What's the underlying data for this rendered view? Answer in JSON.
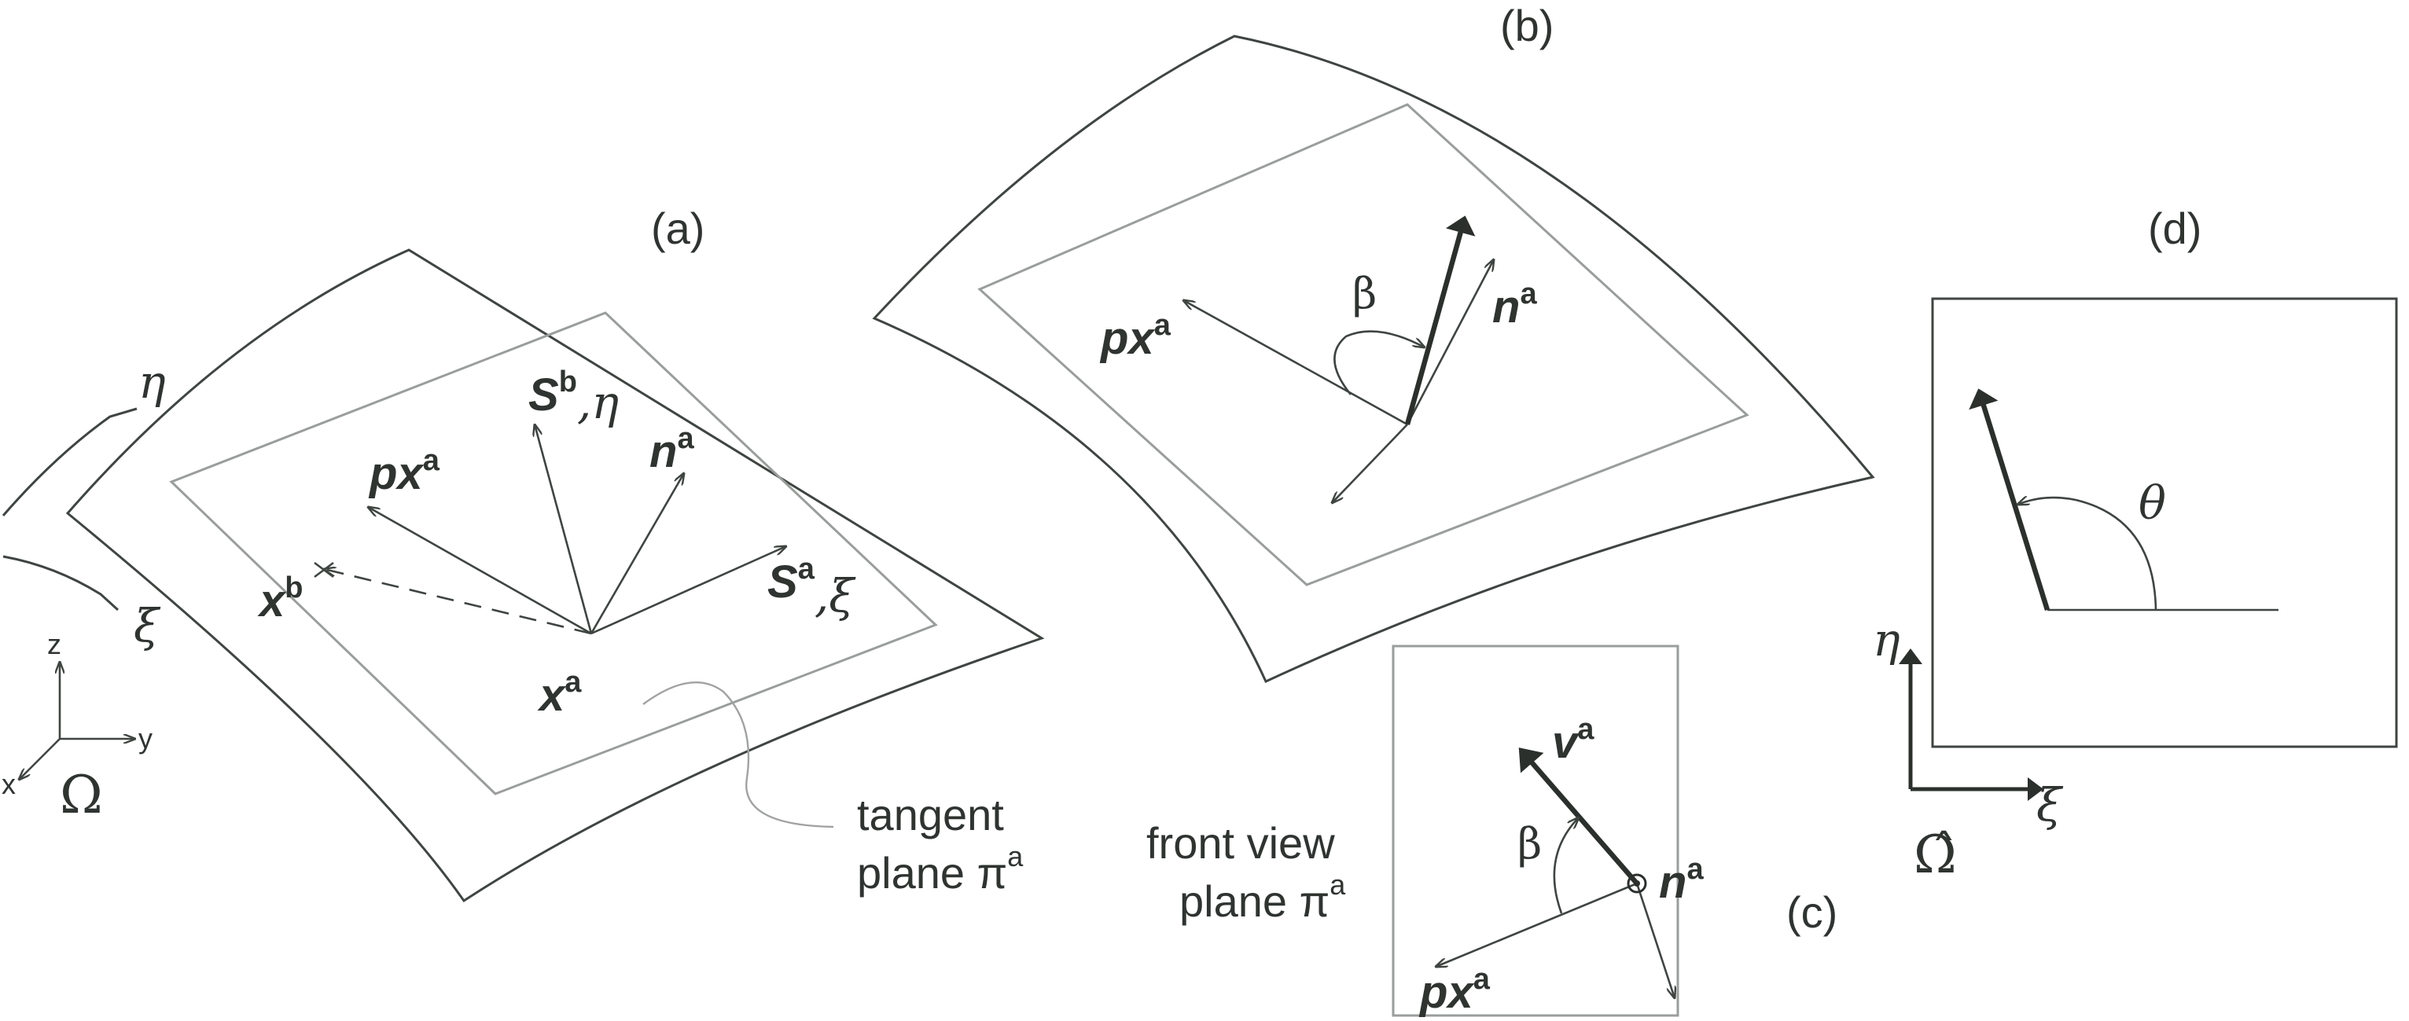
{
  "panels": {
    "a": "(a)",
    "b": "(b)",
    "c": "(c)",
    "d": "(d)"
  },
  "labels": {
    "S": "S",
    "px": "px",
    "n": "n",
    "x": "x",
    "v": "v",
    "sup_a": "a",
    "sup_b": "b",
    "sub_eta": ",η",
    "sub_xi": ",ξ",
    "eta": "η",
    "xi": "ξ",
    "beta": "β",
    "theta": "θ",
    "z": "z",
    "y": "y",
    "x_axis": "x",
    "Omega": "Ω",
    "Omega_hat": "Ω̂",
    "tangent_line1": "tangent",
    "tangent_line2": "plane π",
    "front_line1": "front view",
    "front_line2": "plane π"
  }
}
